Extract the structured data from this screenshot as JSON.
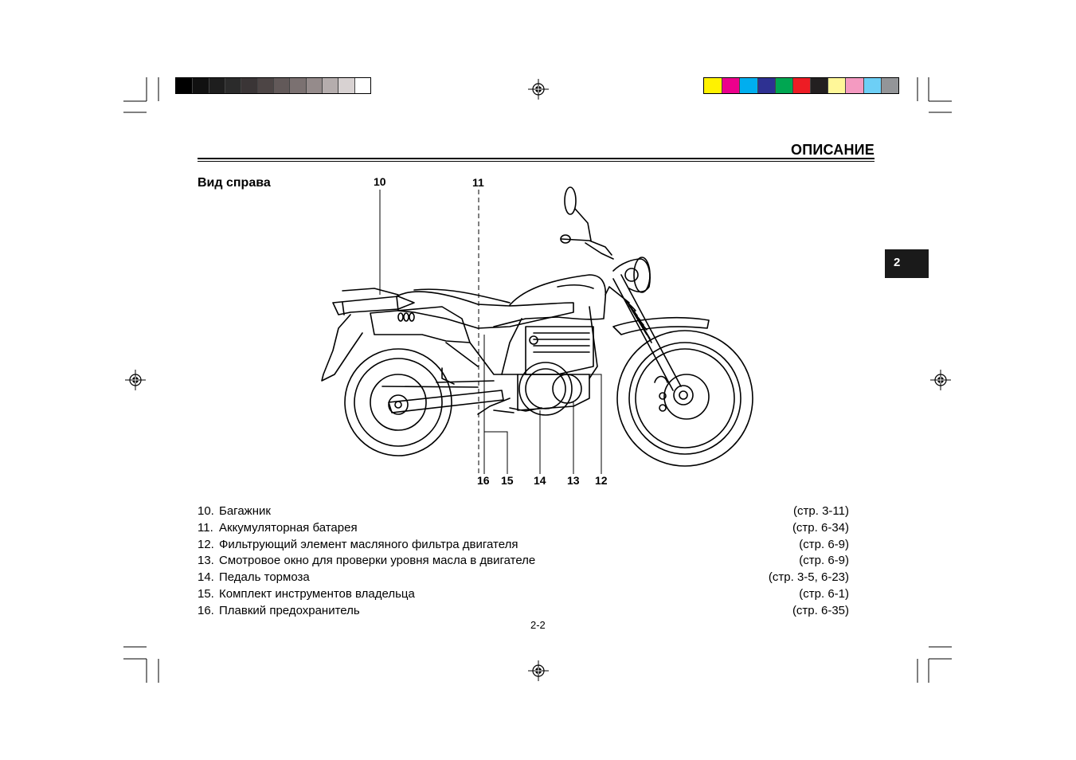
{
  "header": {
    "section_title": "ОПИСАНИЕ",
    "subtitle": "Вид справа",
    "chapter_tab": "2"
  },
  "print_marks": {
    "grayscale_swatches": [
      "#000000",
      "#111111",
      "#1e1e1e",
      "#2b2b2b",
      "#3a3536",
      "#4d4545",
      "#625959",
      "#7b7171",
      "#958b8b",
      "#b5adad",
      "#d8d2d2",
      "#ffffff"
    ],
    "color_swatches": [
      "#fff200",
      "#ec008c",
      "#00aeef",
      "#2e3192",
      "#00a651",
      "#ed1c24",
      "#231f20",
      "#fff799",
      "#f49ac1",
      "#6dcff6",
      "#939598"
    ]
  },
  "diagram": {
    "callouts": [
      "10",
      "11",
      "16",
      "15",
      "14",
      "13",
      "12"
    ]
  },
  "legend": [
    {
      "num": "10.",
      "label": "Багажник",
      "ref": "(стр. 3-11)"
    },
    {
      "num": "11.",
      "label": "Аккумуляторная батарея",
      "ref": "(стр. 6-34)"
    },
    {
      "num": "12.",
      "label": "Фильтрующий элемент масляного фильтра двигателя",
      "ref": "(стр. 6-9)"
    },
    {
      "num": "13.",
      "label": "Смотровое окно для проверки уровня масла в двигателе",
      "ref": "(стр. 6-9)"
    },
    {
      "num": "14.",
      "label": "Педаль тормоза",
      "ref": "(стр. 3-5, 6-23)"
    },
    {
      "num": "15.",
      "label": "Комплект инструментов владельца",
      "ref": "(стр. 6-1)"
    },
    {
      "num": "16.",
      "label": "Плавкий предохранитель",
      "ref": "(стр. 6-35)"
    }
  ],
  "footer": {
    "page_number": "2-2"
  }
}
